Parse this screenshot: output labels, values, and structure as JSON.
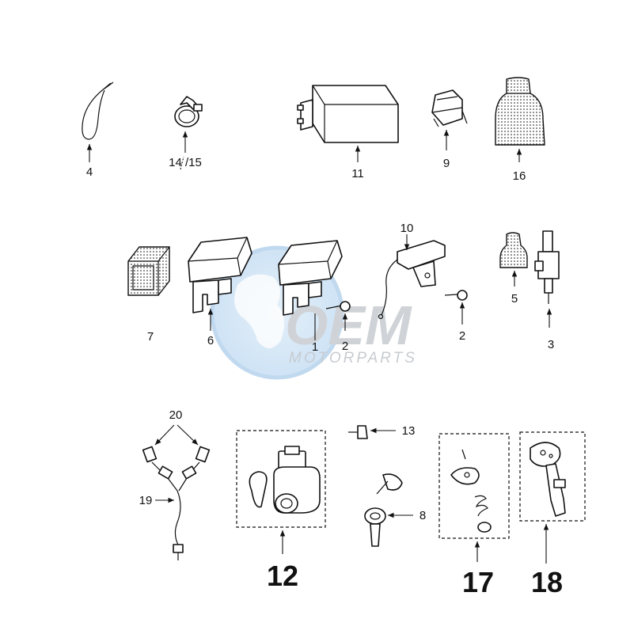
{
  "labels": {
    "p4": "4",
    "p14_15": "14 /15",
    "p11": "11",
    "p9": "9",
    "p16": "16",
    "p10": "10",
    "p7": "7",
    "p6": "6",
    "p1": "1",
    "p2a": "2",
    "p2b": "2",
    "p5": "5",
    "p3": "3",
    "p20": "20",
    "p19": "19",
    "p13": "13",
    "p8": "8",
    "p12": "12",
    "p17": "17",
    "p18": "18"
  },
  "watermark": {
    "logo": "OEM",
    "text": "MOTORPARTS"
  },
  "colors": {
    "line": "#111111",
    "watermark_globe": "#7fb6e6",
    "watermark_text": "#9aa2aa"
  }
}
